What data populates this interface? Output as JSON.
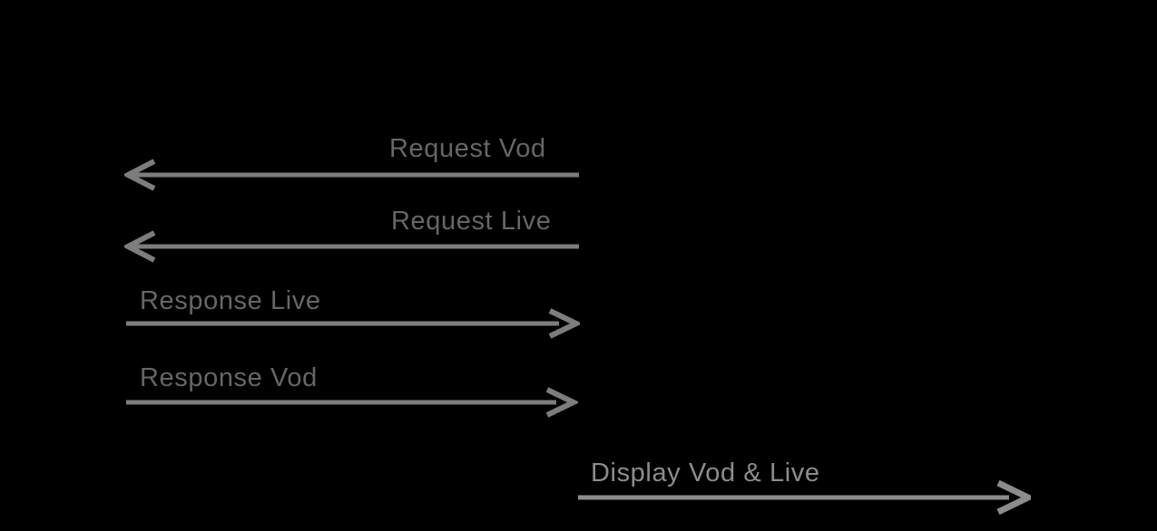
{
  "diagram": {
    "type": "sequence-message-diagram",
    "messages": [
      {
        "label": "Request Vod",
        "direction": "left"
      },
      {
        "label": "Request Live",
        "direction": "left"
      },
      {
        "label": "Response Live",
        "direction": "right"
      },
      {
        "label": "Response Vod",
        "direction": "right"
      },
      {
        "label": "Display Vod & Live",
        "direction": "right"
      }
    ],
    "colors": {
      "background": "#000000",
      "arrow": "#7d7d7d",
      "label": "#666666",
      "display_arrow": "#8c8c8c",
      "display_label": "#8c8c8c"
    }
  }
}
